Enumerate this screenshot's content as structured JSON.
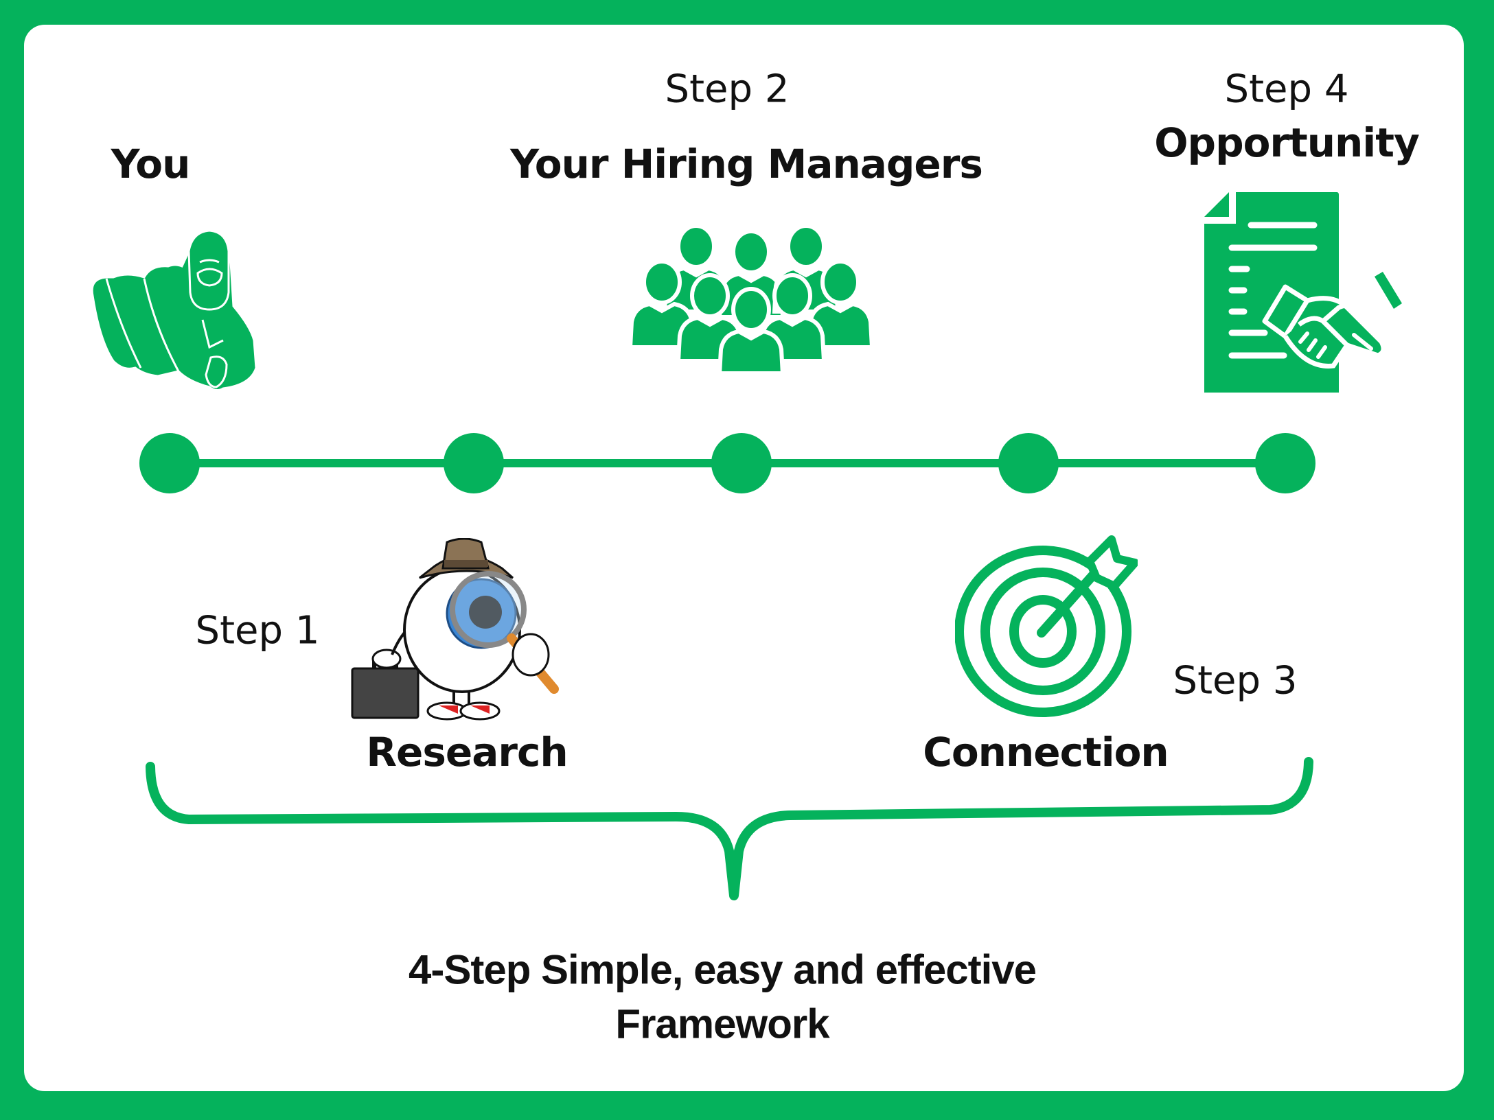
{
  "colors": {
    "accent": "#05b25c",
    "background": "#ffffff",
    "text": "#111111"
  },
  "top_row": {
    "you": {
      "title": "You",
      "icon": "pointing-hand-icon"
    },
    "step2": {
      "step": "Step 2",
      "title": "Your Hiring Managers",
      "icon": "group-of-people-icon"
    },
    "step4": {
      "step": "Step 4",
      "title": "Opportunity",
      "icon": "contract-handshake-icon"
    }
  },
  "timeline": {
    "node_count": 5
  },
  "bottom_row": {
    "step1": {
      "step": "Step 1",
      "title": "Research",
      "icon": "detective-eyeball-icon"
    },
    "step3": {
      "step": "Step 3",
      "title": "Connection",
      "icon": "target-arrow-icon"
    }
  },
  "footer": {
    "line1": "4-Step Simple, easy and effective",
    "line2": "Framework"
  }
}
